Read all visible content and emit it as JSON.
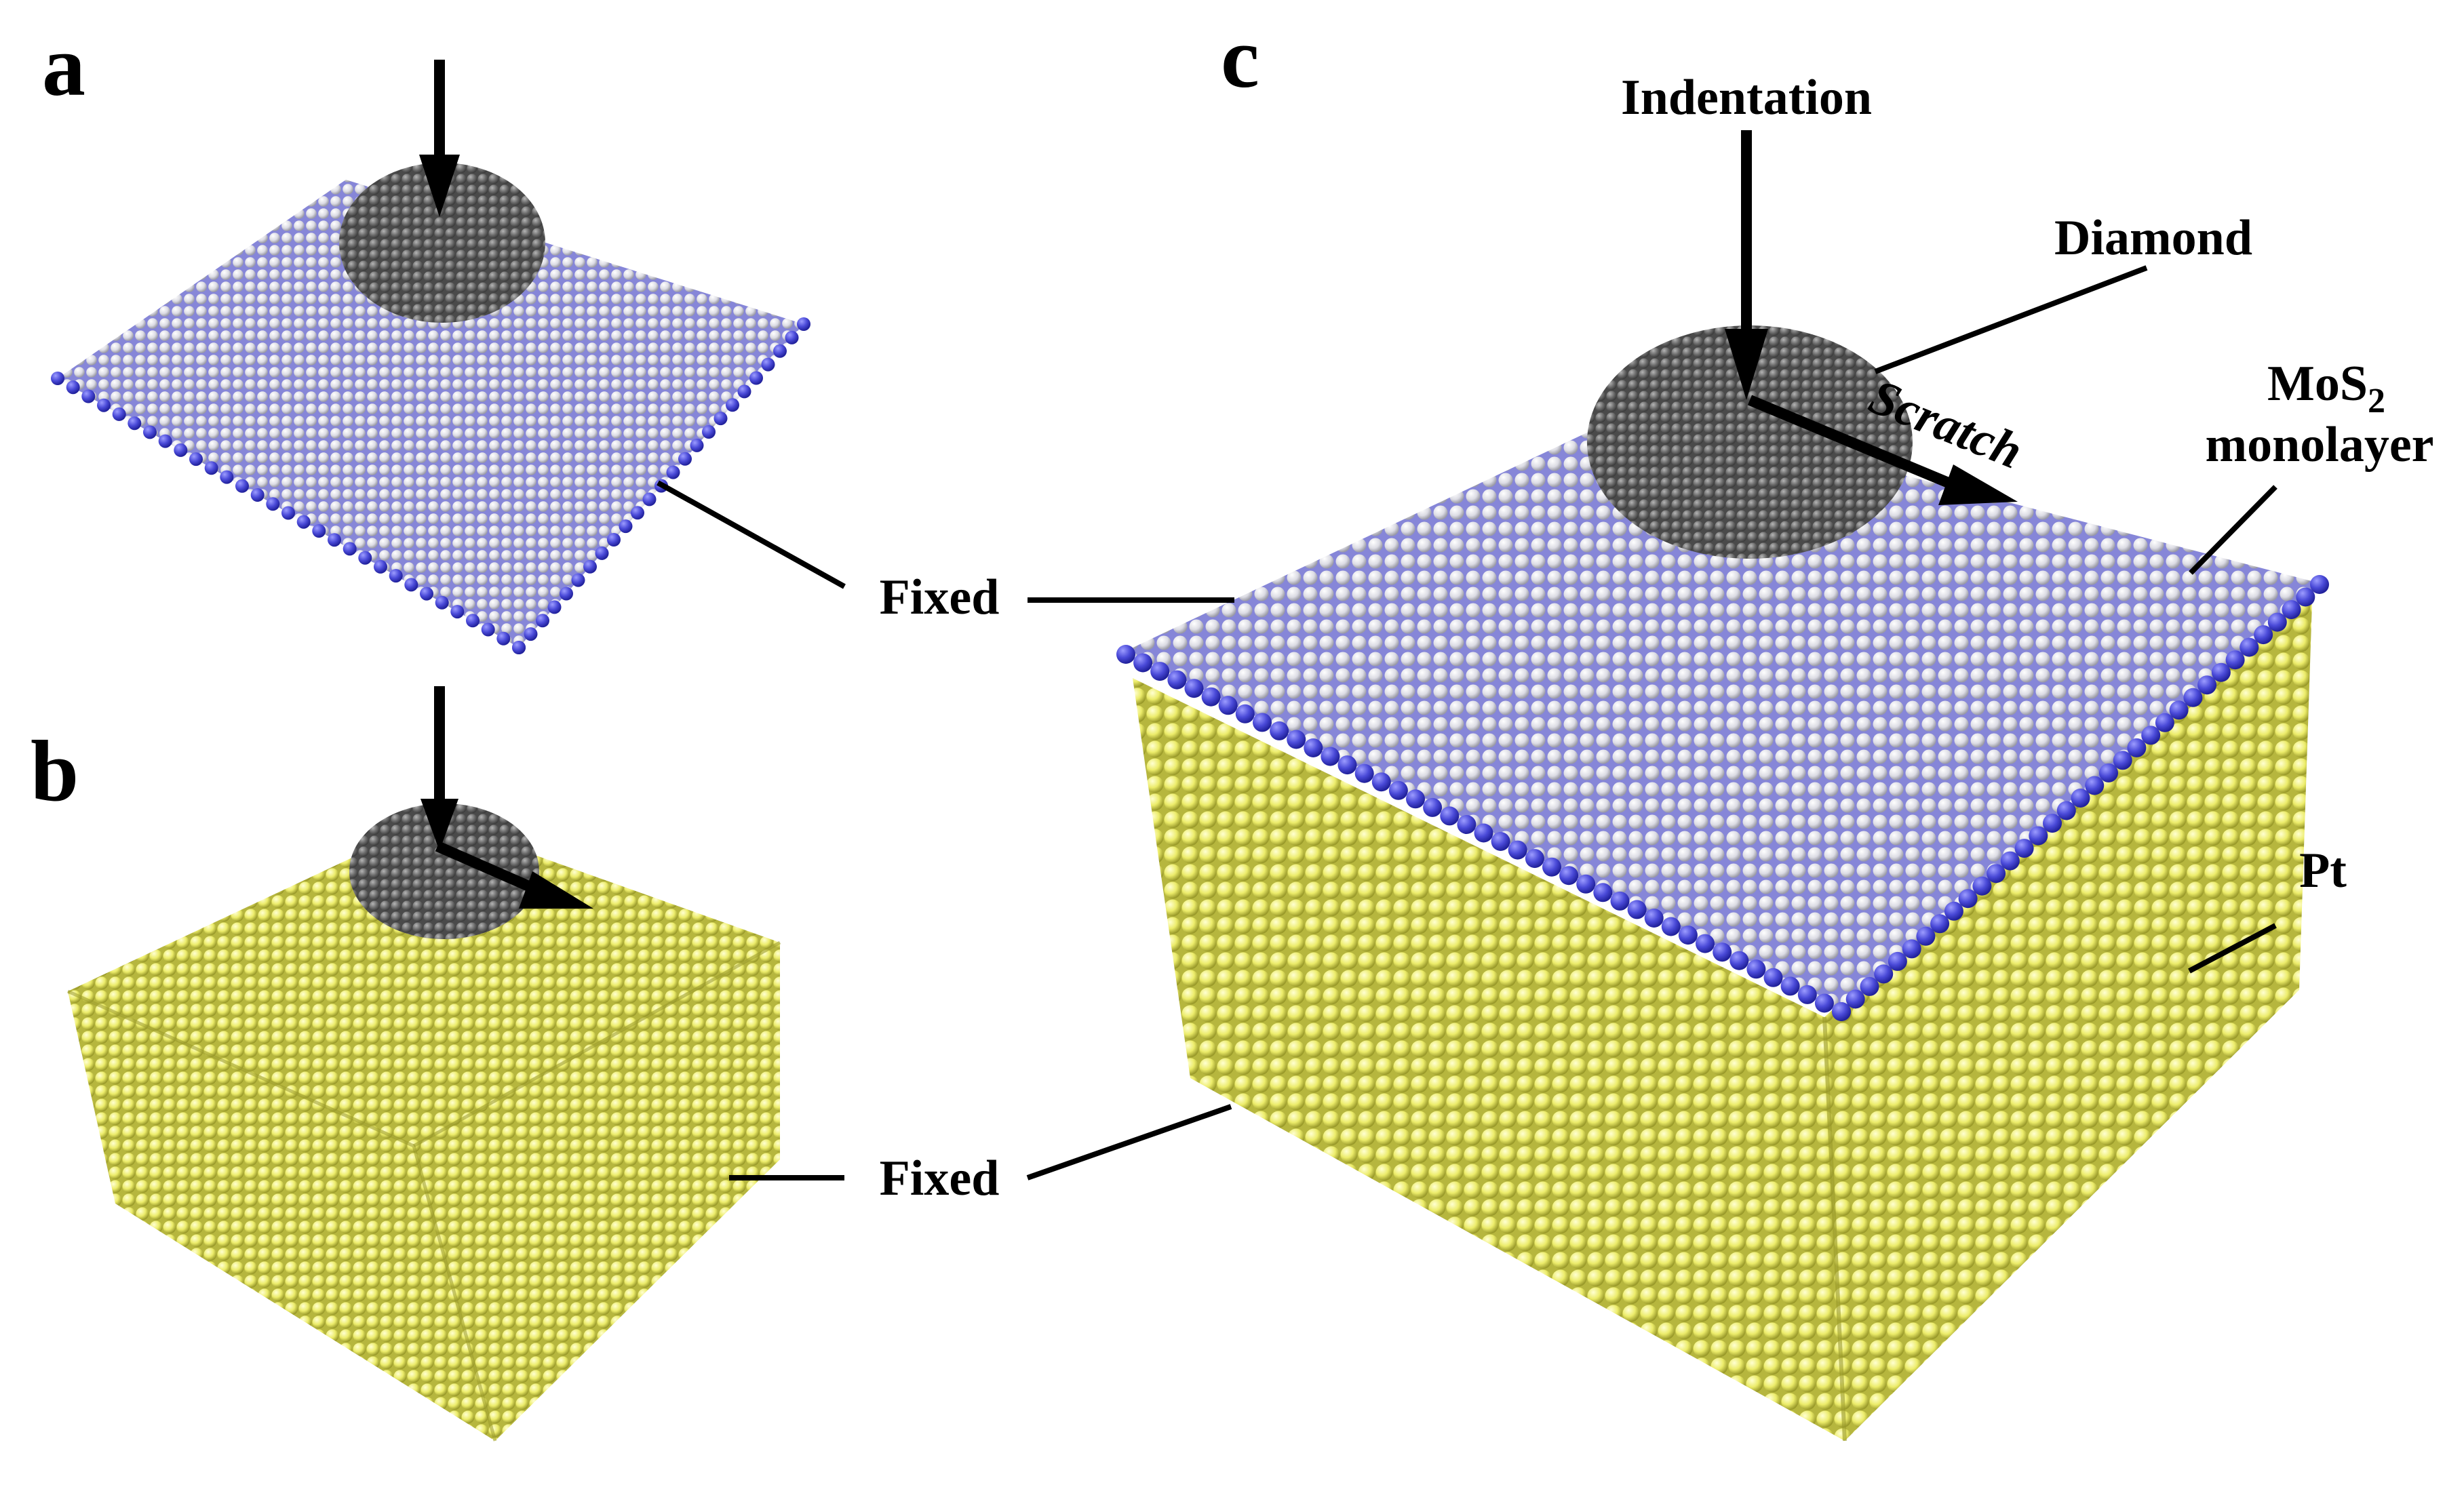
{
  "panels": {
    "a": "a",
    "b": "b",
    "c": "c"
  },
  "labels": {
    "indentation": "Indentation",
    "diamond": "Diamond",
    "scratch": "Scratch",
    "mos2_main": "MoS",
    "mos2_sub": "2",
    "monolayer": "monolayer",
    "pt": "Pt",
    "fixed_top": "Fixed",
    "fixed_bottom": "Fixed"
  },
  "colors": {
    "sulfur_atoms": "#f2f2f6",
    "molybdenum_atoms": "#4b4bd6",
    "platinum_atoms": "#eded6a",
    "diamond_atoms": "#6e6e6e",
    "arrows": "#000000"
  }
}
